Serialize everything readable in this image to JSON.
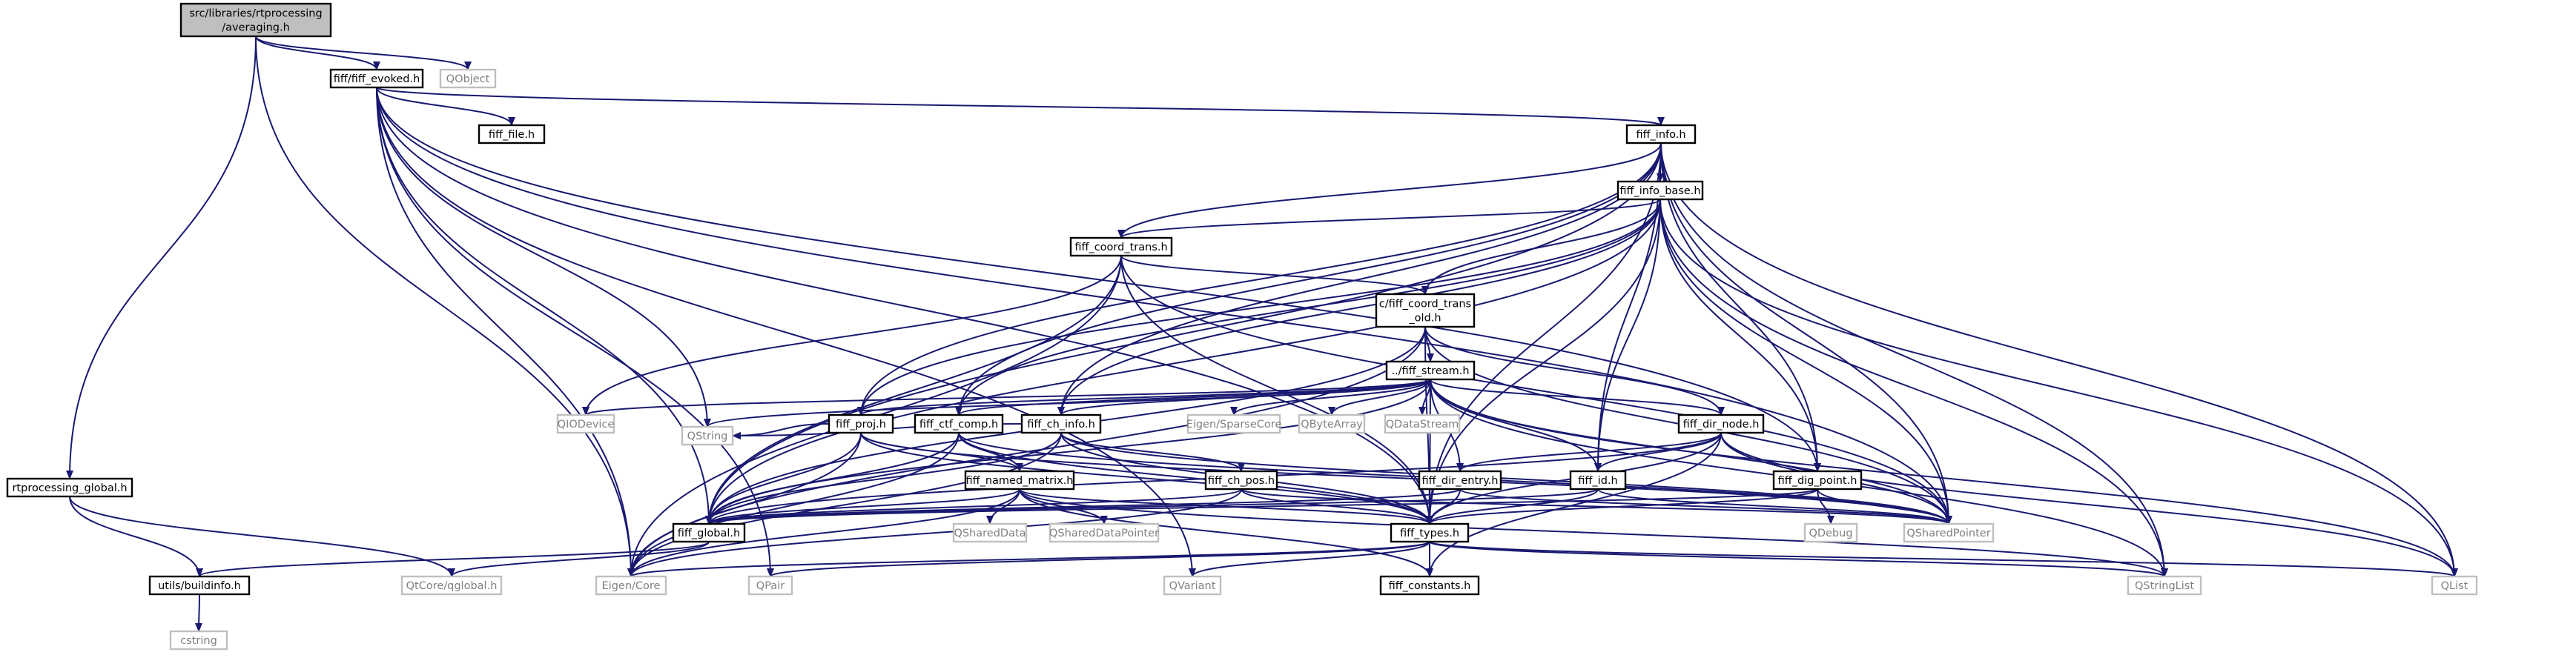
{
  "diagram": {
    "nodes": [
      {
        "id": "root",
        "lines": [
          "src/libraries/rtprocessing",
          "/averaging.h"
        ],
        "kind": "root"
      },
      {
        "id": "fiff_evoked",
        "lines": [
          "fiff/fiff_evoked.h"
        ],
        "kind": "int"
      },
      {
        "id": "qobject",
        "lines": [
          "QObject"
        ],
        "kind": "ext"
      },
      {
        "id": "rtproc_global",
        "lines": [
          "rtprocessing_global.h"
        ],
        "kind": "int"
      },
      {
        "id": "fiff_file",
        "lines": [
          "fiff_file.h"
        ],
        "kind": "int"
      },
      {
        "id": "fiff_info",
        "lines": [
          "fiff_info.h"
        ],
        "kind": "int"
      },
      {
        "id": "fiff_info_base",
        "lines": [
          "fiff_info_base.h"
        ],
        "kind": "int"
      },
      {
        "id": "fiff_coord_trans",
        "lines": [
          "fiff_coord_trans.h"
        ],
        "kind": "int"
      },
      {
        "id": "c_coord_trans_old",
        "lines": [
          "c/fiff_coord_trans",
          "_old.h"
        ],
        "kind": "int"
      },
      {
        "id": "fiff_stream",
        "lines": [
          "../fiff_stream.h"
        ],
        "kind": "int"
      },
      {
        "id": "qiodevice",
        "lines": [
          "QIODevice"
        ],
        "kind": "ext"
      },
      {
        "id": "fiff_proj",
        "lines": [
          "fiff_proj.h"
        ],
        "kind": "int"
      },
      {
        "id": "fiff_ctf_comp",
        "lines": [
          "fiff_ctf_comp.h"
        ],
        "kind": "int"
      },
      {
        "id": "fiff_ch_info",
        "lines": [
          "fiff_ch_info.h"
        ],
        "kind": "int"
      },
      {
        "id": "eigen_sparse",
        "lines": [
          "Eigen/SparseCore"
        ],
        "kind": "ext"
      },
      {
        "id": "qbytearray",
        "lines": [
          "QByteArray"
        ],
        "kind": "ext"
      },
      {
        "id": "qdatastream",
        "lines": [
          "QDataStream"
        ],
        "kind": "ext"
      },
      {
        "id": "fiff_dir_node",
        "lines": [
          "fiff_dir_node.h"
        ],
        "kind": "int"
      },
      {
        "id": "qstring",
        "lines": [
          "QString"
        ],
        "kind": "ext"
      },
      {
        "id": "fiff_named_matrix",
        "lines": [
          "fiff_named_matrix.h"
        ],
        "kind": "int"
      },
      {
        "id": "fiff_ch_pos",
        "lines": [
          "fiff_ch_pos.h"
        ],
        "kind": "int"
      },
      {
        "id": "fiff_dir_entry",
        "lines": [
          "fiff_dir_entry.h"
        ],
        "kind": "int"
      },
      {
        "id": "fiff_id",
        "lines": [
          "fiff_id.h"
        ],
        "kind": "int"
      },
      {
        "id": "fiff_dig_point",
        "lines": [
          "fiff_dig_point.h"
        ],
        "kind": "int"
      },
      {
        "id": "fiff_global",
        "lines": [
          "fiff_global.h"
        ],
        "kind": "int"
      },
      {
        "id": "qshareddata",
        "lines": [
          "QSharedData"
        ],
        "kind": "ext"
      },
      {
        "id": "qshareddatapointer",
        "lines": [
          "QSharedDataPointer"
        ],
        "kind": "ext"
      },
      {
        "id": "fiff_types",
        "lines": [
          "fiff_types.h"
        ],
        "kind": "int"
      },
      {
        "id": "qdebug",
        "lines": [
          "QDebug"
        ],
        "kind": "ext"
      },
      {
        "id": "qsharedpointer",
        "lines": [
          "QSharedPointer"
        ],
        "kind": "ext"
      },
      {
        "id": "utils_buildinfo",
        "lines": [
          "utils/buildinfo.h"
        ],
        "kind": "int"
      },
      {
        "id": "qtcore_qglobal",
        "lines": [
          "QtCore/qglobal.h"
        ],
        "kind": "ext"
      },
      {
        "id": "eigen_core",
        "lines": [
          "Eigen/Core"
        ],
        "kind": "ext"
      },
      {
        "id": "qpair",
        "lines": [
          "QPair"
        ],
        "kind": "ext"
      },
      {
        "id": "qvariant",
        "lines": [
          "QVariant"
        ],
        "kind": "ext"
      },
      {
        "id": "fiff_constants",
        "lines": [
          "fiff_constants.h"
        ],
        "kind": "int"
      },
      {
        "id": "qstringlist",
        "lines": [
          "QStringList"
        ],
        "kind": "ext"
      },
      {
        "id": "qlist",
        "lines": [
          "QList"
        ],
        "kind": "ext"
      },
      {
        "id": "cstring",
        "lines": [
          "cstring"
        ],
        "kind": "ext"
      }
    ],
    "edges": [
      [
        "root",
        "fiff_evoked"
      ],
      [
        "root",
        "qobject"
      ],
      [
        "root",
        "rtproc_global"
      ],
      [
        "root",
        "eigen_core"
      ],
      [
        "rtproc_global",
        "utils_buildinfo"
      ],
      [
        "rtproc_global",
        "qtcore_qglobal"
      ],
      [
        "utils_buildinfo",
        "cstring"
      ],
      [
        "fiff_evoked",
        "fiff_file"
      ],
      [
        "fiff_evoked",
        "fiff_info"
      ],
      [
        "fiff_evoked",
        "fiff_global"
      ],
      [
        "fiff_evoked",
        "fiff_types"
      ],
      [
        "fiff_evoked",
        "eigen_core"
      ],
      [
        "fiff_evoked",
        "qpair"
      ],
      [
        "fiff_evoked",
        "qvariant"
      ],
      [
        "fiff_evoked",
        "qstring"
      ],
      [
        "fiff_evoked",
        "qsharedpointer"
      ],
      [
        "fiff_evoked",
        "fiff_dig_point"
      ],
      [
        "fiff_info",
        "fiff_info_base"
      ],
      [
        "fiff_info",
        "fiff_coord_trans"
      ],
      [
        "fiff_info",
        "fiff_proj"
      ],
      [
        "fiff_info",
        "fiff_ctf_comp"
      ],
      [
        "fiff_info",
        "fiff_ch_info"
      ],
      [
        "fiff_info",
        "fiff_id"
      ],
      [
        "fiff_info",
        "fiff_types"
      ],
      [
        "fiff_info",
        "fiff_dig_point"
      ],
      [
        "fiff_info",
        "fiff_global"
      ],
      [
        "fiff_info",
        "qsharedpointer"
      ],
      [
        "fiff_info",
        "qstringlist"
      ],
      [
        "fiff_info",
        "qlist"
      ],
      [
        "fiff_info_base",
        "fiff_coord_trans"
      ],
      [
        "fiff_info_base",
        "c_coord_trans_old"
      ],
      [
        "fiff_info_base",
        "fiff_ch_info"
      ],
      [
        "fiff_info_base",
        "fiff_id"
      ],
      [
        "fiff_info_base",
        "fiff_dig_point"
      ],
      [
        "fiff_info_base",
        "fiff_proj"
      ],
      [
        "fiff_info_base",
        "fiff_ctf_comp"
      ],
      [
        "fiff_info_base",
        "fiff_types"
      ],
      [
        "fiff_info_base",
        "fiff_global"
      ],
      [
        "fiff_info_base",
        "qsharedpointer"
      ],
      [
        "fiff_info_base",
        "qstringlist"
      ],
      [
        "fiff_info_base",
        "qlist"
      ],
      [
        "fiff_coord_trans",
        "c_coord_trans_old"
      ],
      [
        "fiff_coord_trans",
        "fiff_types"
      ],
      [
        "fiff_coord_trans",
        "fiff_global"
      ],
      [
        "fiff_coord_trans",
        "qiodevice"
      ],
      [
        "fiff_coord_trans",
        "eigen_core"
      ],
      [
        "fiff_coord_trans",
        "qsharedpointer"
      ],
      [
        "c_coord_trans_old",
        "fiff_stream"
      ],
      [
        "c_coord_trans_old",
        "fiff_dir_node"
      ],
      [
        "c_coord_trans_old",
        "fiff_types"
      ],
      [
        "c_coord_trans_old",
        "fiff_global"
      ],
      [
        "c_coord_trans_old",
        "eigen_core"
      ],
      [
        "c_coord_trans_old",
        "qsharedpointer"
      ],
      [
        "fiff_stream",
        "qiodevice"
      ],
      [
        "fiff_stream",
        "fiff_proj"
      ],
      [
        "fiff_stream",
        "fiff_ctf_comp"
      ],
      [
        "fiff_stream",
        "fiff_ch_info"
      ],
      [
        "fiff_stream",
        "eigen_sparse"
      ],
      [
        "fiff_stream",
        "qbytearray"
      ],
      [
        "fiff_stream",
        "qdatastream"
      ],
      [
        "fiff_stream",
        "fiff_dir_node"
      ],
      [
        "fiff_stream",
        "fiff_dir_entry"
      ],
      [
        "fiff_stream",
        "fiff_id"
      ],
      [
        "fiff_stream",
        "qstring"
      ],
      [
        "fiff_stream",
        "fiff_global"
      ],
      [
        "fiff_stream",
        "fiff_types"
      ],
      [
        "fiff_stream",
        "qsharedpointer"
      ],
      [
        "fiff_stream",
        "qlist"
      ],
      [
        "fiff_stream",
        "qstringlist"
      ],
      [
        "fiff_proj",
        "fiff_named_matrix"
      ],
      [
        "fiff_proj",
        "fiff_global"
      ],
      [
        "fiff_proj",
        "fiff_types"
      ],
      [
        "fiff_proj",
        "qstring"
      ],
      [
        "fiff_proj",
        "eigen_core"
      ],
      [
        "fiff_proj",
        "qsharedpointer"
      ],
      [
        "fiff_ctf_comp",
        "fiff_named_matrix"
      ],
      [
        "fiff_ctf_comp",
        "fiff_global"
      ],
      [
        "fiff_ctf_comp",
        "fiff_types"
      ],
      [
        "fiff_ctf_comp",
        "eigen_core"
      ],
      [
        "fiff_ctf_comp",
        "qsharedpointer"
      ],
      [
        "fiff_ch_info",
        "fiff_ch_pos"
      ],
      [
        "fiff_ch_info",
        "fiff_global"
      ],
      [
        "fiff_ch_info",
        "fiff_types"
      ],
      [
        "fiff_ch_info",
        "qstring"
      ],
      [
        "fiff_ch_info",
        "eigen_core"
      ],
      [
        "fiff_ch_info",
        "qsharedpointer"
      ],
      [
        "fiff_dir_node",
        "fiff_dir_entry"
      ],
      [
        "fiff_dir_node",
        "fiff_id"
      ],
      [
        "fiff_dir_node",
        "fiff_types"
      ],
      [
        "fiff_dir_node",
        "fiff_global"
      ],
      [
        "fiff_dir_node",
        "fiff_constants"
      ],
      [
        "fiff_dir_node",
        "qsharedpointer"
      ],
      [
        "fiff_dir_node",
        "qlist"
      ],
      [
        "fiff_named_matrix",
        "fiff_global"
      ],
      [
        "fiff_named_matrix",
        "fiff_types"
      ],
      [
        "fiff_named_matrix",
        "qshareddata"
      ],
      [
        "fiff_named_matrix",
        "qshareddatapointer"
      ],
      [
        "fiff_named_matrix",
        "eigen_core"
      ],
      [
        "fiff_named_matrix",
        "qstringlist"
      ],
      [
        "fiff_named_matrix",
        "fiff_constants"
      ],
      [
        "fiff_ch_pos",
        "fiff_global"
      ],
      [
        "fiff_ch_pos",
        "fiff_types"
      ],
      [
        "fiff_ch_pos",
        "eigen_core"
      ],
      [
        "fiff_ch_pos",
        "qsharedpointer"
      ],
      [
        "fiff_dir_entry",
        "fiff_types"
      ],
      [
        "fiff_dir_entry",
        "fiff_global"
      ],
      [
        "fiff_dir_entry",
        "qsharedpointer"
      ],
      [
        "fiff_id",
        "fiff_global"
      ],
      [
        "fiff_id",
        "fiff_types"
      ],
      [
        "fiff_id",
        "qsharedpointer"
      ],
      [
        "fiff_dig_point",
        "fiff_global"
      ],
      [
        "fiff_dig_point",
        "fiff_types"
      ],
      [
        "fiff_dig_point",
        "qdebug"
      ],
      [
        "fiff_dig_point",
        "qsharedpointer"
      ],
      [
        "fiff_global",
        "utils_buildinfo"
      ],
      [
        "fiff_global",
        "qtcore_qglobal"
      ],
      [
        "fiff_types",
        "eigen_core"
      ],
      [
        "fiff_types",
        "qpair"
      ],
      [
        "fiff_types",
        "qvariant"
      ],
      [
        "fiff_types",
        "fiff_constants"
      ],
      [
        "fiff_types",
        "qstringlist"
      ],
      [
        "fiff_types",
        "qlist"
      ]
    ]
  },
  "colors": {
    "edge": "#191970",
    "root_fill": "#bfbfbf",
    "internal_border": "#000000",
    "external_border": "#bfbfbf",
    "external_text": "#808080"
  }
}
